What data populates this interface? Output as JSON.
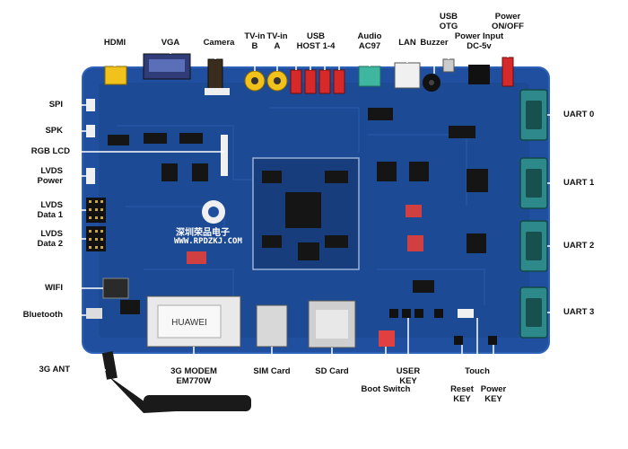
{
  "labels": {
    "hdmi": [
      "HDMI"
    ],
    "vga": [
      "VGA"
    ],
    "camera": [
      "Camera"
    ],
    "tvin_b": [
      "TV-in",
      "B"
    ],
    "tvin_a": [
      "TV-in",
      "A"
    ],
    "usb_host": [
      "USB",
      "HOST 1-4"
    ],
    "audio": [
      "Audio",
      "AC97"
    ],
    "lan": [
      "LAN"
    ],
    "buzzer": [
      "Buzzer"
    ],
    "usb_otg": [
      "USB",
      "OTG"
    ],
    "power_input": [
      "Power Input",
      "DC-5v"
    ],
    "power_switch": [
      "Power",
      "ON/OFF"
    ],
    "spi": [
      "SPI"
    ],
    "spk": [
      "SPK"
    ],
    "rgb_lcd": [
      "RGB LCD"
    ],
    "lvds_power": [
      "LVDS",
      "Power"
    ],
    "lvds_data1": [
      "LVDS",
      "Data 1"
    ],
    "lvds_data2": [
      "LVDS",
      "Data 2"
    ],
    "wifi": [
      "WIFI"
    ],
    "bluetooth": [
      "Bluetooth"
    ],
    "ant_3g": [
      "3G ANT"
    ],
    "modem_3g": [
      "3G MODEM",
      "EM770W"
    ],
    "sim_card": [
      "SIM Card"
    ],
    "sd_card": [
      "SD Card"
    ],
    "boot_switch": [
      "Boot Switch"
    ],
    "user_key": [
      "USER",
      "KEY"
    ],
    "reset_key": [
      "Reset",
      "KEY"
    ],
    "touch": [
      "Touch"
    ],
    "power_key": [
      "Power",
      "KEY"
    ],
    "uart0": [
      "UART 0"
    ],
    "uart1": [
      "UART 1"
    ],
    "uart2": [
      "UART 2"
    ],
    "uart3": [
      "UART 3"
    ]
  },
  "board_text": {
    "brand_cn": "深圳荣品电子",
    "brand_url": "WWW.RPDZKJ.COM"
  },
  "colors": {
    "pcb": "#1f4f9e",
    "pcb_dark": "#173d7c",
    "pcb_edge": "#2d62b8",
    "chip": "#151515",
    "leader": "#ffffff",
    "connector_yellow": "#f2c21c",
    "connector_red": "#d62a2a",
    "connector_teal": "#3fb7a0",
    "uart_teal": "#2e8a8a",
    "antenna": "#1a1a1a"
  }
}
